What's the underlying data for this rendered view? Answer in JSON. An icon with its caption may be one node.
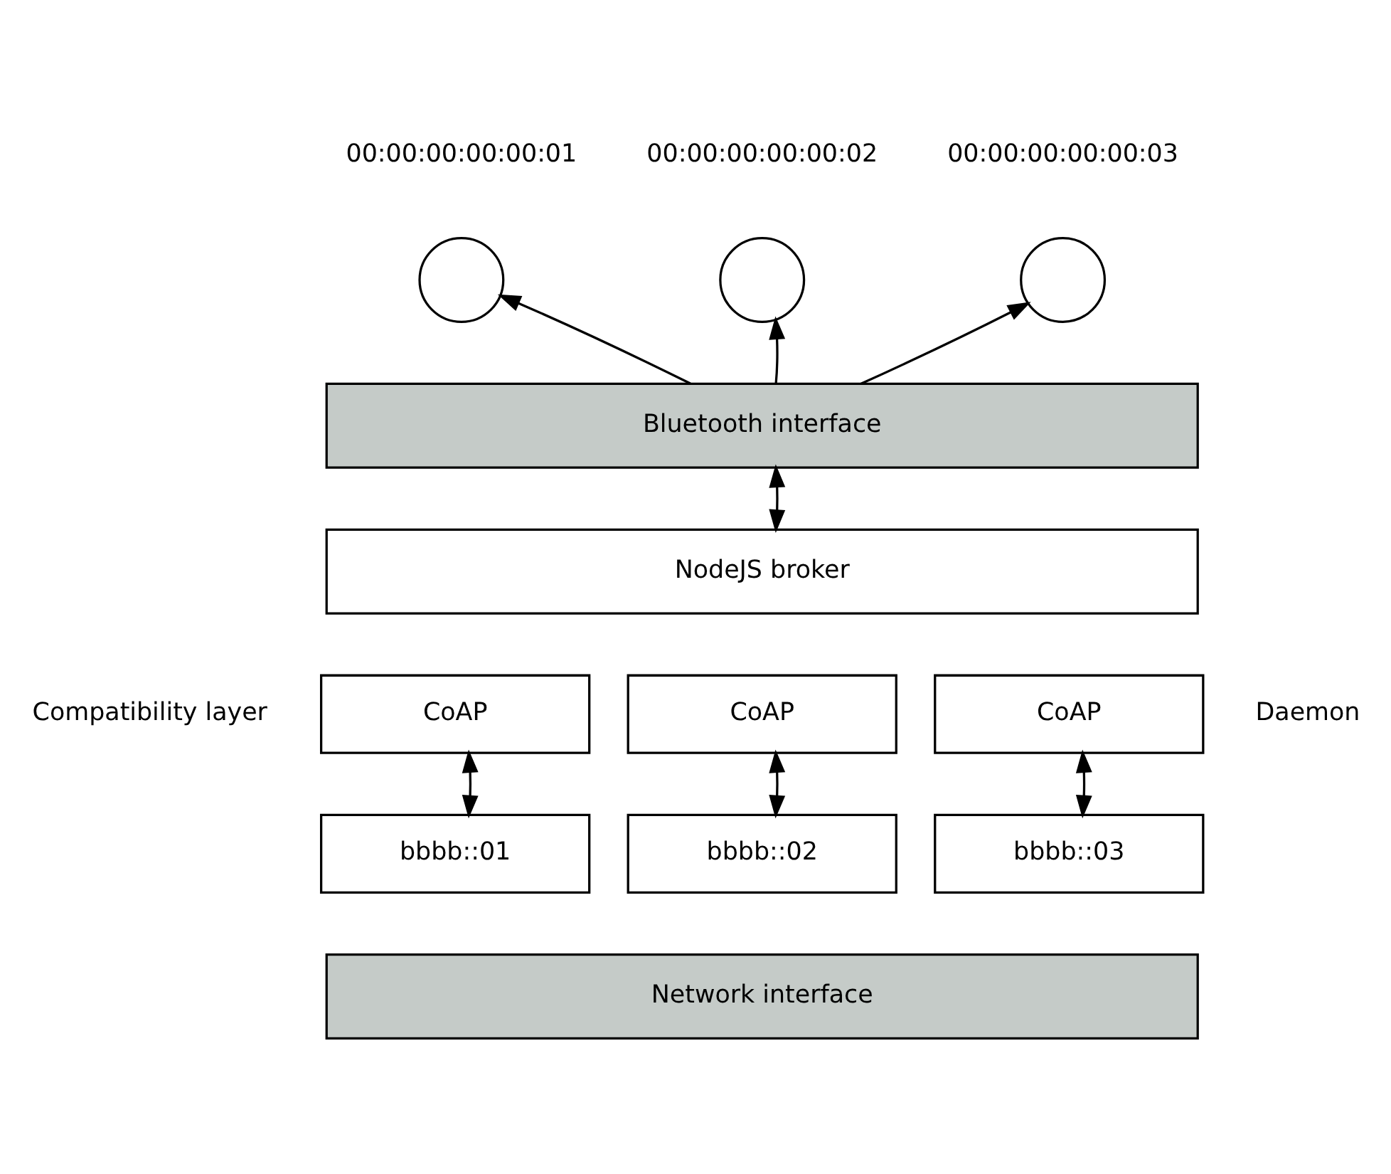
{
  "diagram": {
    "nodes": [
      {
        "text": [],
        "shape": "circle",
        "beside": [
          "00:00:00:00:00:01"
        ]
      },
      {
        "text": [],
        "shape": "circle",
        "beside": [
          "00:00:00:00:00:02"
        ]
      },
      {
        "text": [],
        "shape": "circle",
        "beside": [
          "00:00:00:00:00:03"
        ]
      },
      {
        "text": [
          "Bluetooth interface"
        ]
      },
      {
        "text": [
          "NodeJS broker"
        ]
      },
      {
        "text": [
          "CoAP"
        ]
      },
      {
        "text": [
          "CoAP"
        ]
      },
      {
        "text": [
          "CoAP"
        ]
      },
      {
        "text": [
          "bbbb::01"
        ]
      },
      {
        "text": [
          "bbbb::02"
        ]
      },
      {
        "text": [
          "bbbb::03"
        ]
      },
      {
        "text": [
          "Network interface"
        ]
      }
    ],
    "edges": [
      {
        "from": 3,
        "to": 0,
        "arrow": "to"
      },
      {
        "from": 3,
        "to": 1,
        "arrow": "to"
      },
      {
        "from": 3,
        "to": 2,
        "arrow": "to"
      },
      {
        "from": 3,
        "to": 4,
        "arrow": "both"
      },
      {
        "from": 5,
        "to": 8,
        "arrow": "both"
      },
      {
        "from": 6,
        "to": 9,
        "arrow": "both"
      },
      {
        "from": 7,
        "to": 10,
        "arrow": "both"
      }
    ],
    "labels": [
      "Compatibility layer",
      "Daemon"
    ]
  }
}
